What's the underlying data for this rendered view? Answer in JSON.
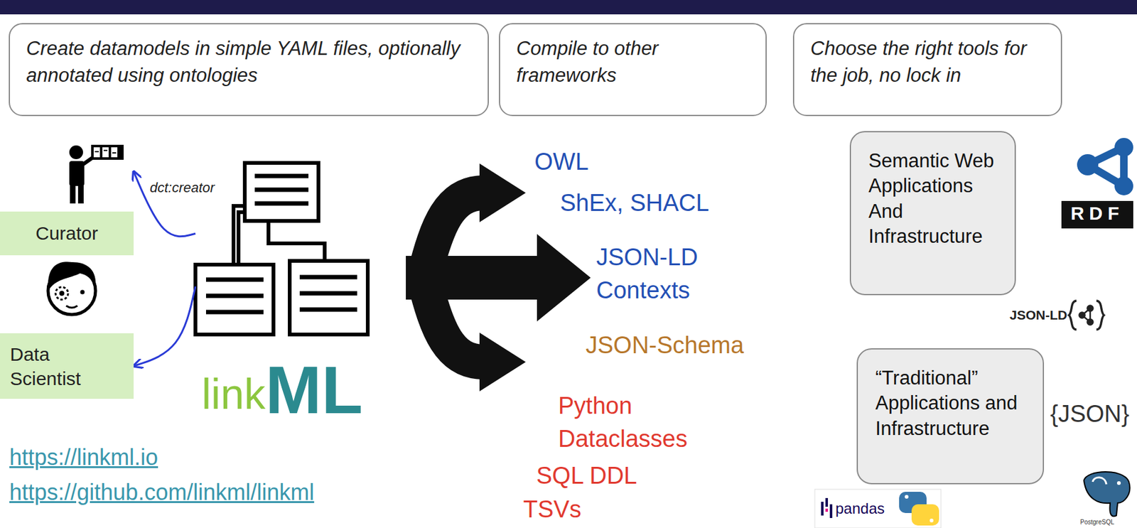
{
  "diagram": {
    "nodes": [
      {
        "text": [
          "Create datamodels in simple YAML files, optionally annotated using ontologies"
        ]
      },
      {
        "text": [
          "Compile to other frameworks"
        ]
      },
      {
        "text": [
          "Choose the right tools for the job, no lock in"
        ]
      },
      {
        "text": [
          "Curator"
        ]
      },
      {
        "text": [
          "Data Scientist"
        ]
      },
      {
        "text": [
          "link",
          "ML"
        ]
      },
      {
        "text": [
          "Semantic Web Applications And Infrastructure"
        ]
      },
      {
        "text": [
          "“Traditional” Applications and Infrastructure"
        ]
      }
    ],
    "edges": [
      {
        "from": 5,
        "to": 3,
        "arrow": "to",
        "label": "dct:creator"
      },
      {
        "from": 5,
        "to": 4,
        "arrow": "to"
      }
    ],
    "labels": [
      "OWL",
      "ShEx, SHACL",
      "JSON-LD Contexts",
      "JSON-Schema",
      "Python Dataclasses",
      "SQL DDL",
      "TSVs",
      "https://linkml.io",
      "https://github.com/linkml/linkml",
      "RDF",
      "JSON-LD",
      "{JSON}",
      "pandas",
      "PostgreSQL"
    ]
  }
}
